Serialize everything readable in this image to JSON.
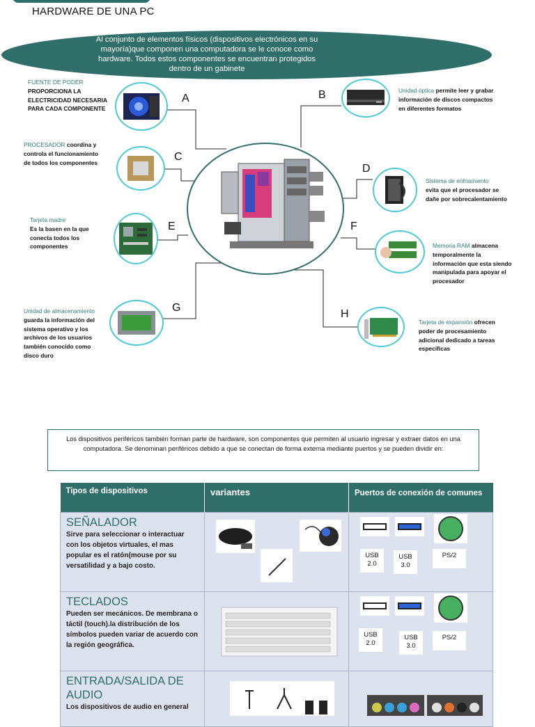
{
  "page": {
    "title": "HARDWARE DE UNA PC",
    "intro": "Al conjunto de elementos físicos (dispositivos electrónicos en su mayoría)que componen una computadora se le conoce como hardware. Todos estos componentes se encuentran protegidos dentro de un gabinete"
  },
  "components": {
    "a": {
      "letter": "A",
      "key": "FUENTE DE PODER",
      "desc": "PROPORCIONA LA ELECTRICIDAD NECESARIA PARA CADA COMPONENTE"
    },
    "b": {
      "letter": "B",
      "key": "Unidad óptica",
      "desc": " permite leer y grabar información de discos compactos en diferentes formatos"
    },
    "c": {
      "letter": "C",
      "key": "PROCESADOR",
      "desc": " coordina y controla el funcionamiento de todos los componentes"
    },
    "d": {
      "letter": "D",
      "key": "Sistema de enfriamiento",
      "desc": "evita que el procesador se dañe por sobrecalentamiento"
    },
    "e": {
      "letter": "E",
      "key": "Tarjeta madre",
      "desc": "Es la basen en la que conecta todos los componentes"
    },
    "f": {
      "letter": "F",
      "key": "Memoria RAM",
      "desc": " almacena temporalmente la información que esta siendo manipulada para apoyar el procesador"
    },
    "g": {
      "letter": "G",
      "key": "Unidad de almacenamiento",
      "desc": " guarda la información del sistema operativo y los archivos de los usuarios también conocido como disco duro"
    },
    "h": {
      "letter": "H",
      "key": "Tarjeta de expansión",
      "desc": " ofrecen poder de procesamiento adicional dedicado a tareas especificas"
    }
  },
  "peripherals": {
    "intro": "Los dispositivos periféricos  también forman parte de hardware, son componentes que permiten al usuario ingresar y extraer datos en una computadora. Se denominan periféricos debido a que se conectan de forma externa mediante puertos y se pueden dividir en:"
  },
  "table": {
    "headers": [
      "Tipos de dispositivos",
      "variantes",
      "Puertos de conexión de comunes"
    ],
    "rows": [
      {
        "title": "SEÑALADOR",
        "desc": "Sirve para seleccionar o interactuar con los objetos virtuales, el mas popular es el ratón(mouse por su versatilidad y a bajo costo.",
        "ports": [
          "USB 2.0",
          "USB 3.0",
          "PS/2"
        ]
      },
      {
        "title": "TECLADOS",
        "desc": "Pueden ser mecánicos. De membrana o táctil (touch).la distribución de los símbolos pueden variar de acuerdo  con la región geográfica.",
        "ports": [
          "USB 2.0",
          "USB 3.0",
          "PS/2"
        ]
      },
      {
        "title": "ENTRADA/SALIDA DE AUDIO",
        "desc": "Los dispositivos de audio en general"
      }
    ]
  },
  "colors": {
    "accent": "#2f6e69",
    "ring": "#4ec9d6",
    "label": "#2f7c78",
    "table_cell": "#dde3ee"
  }
}
